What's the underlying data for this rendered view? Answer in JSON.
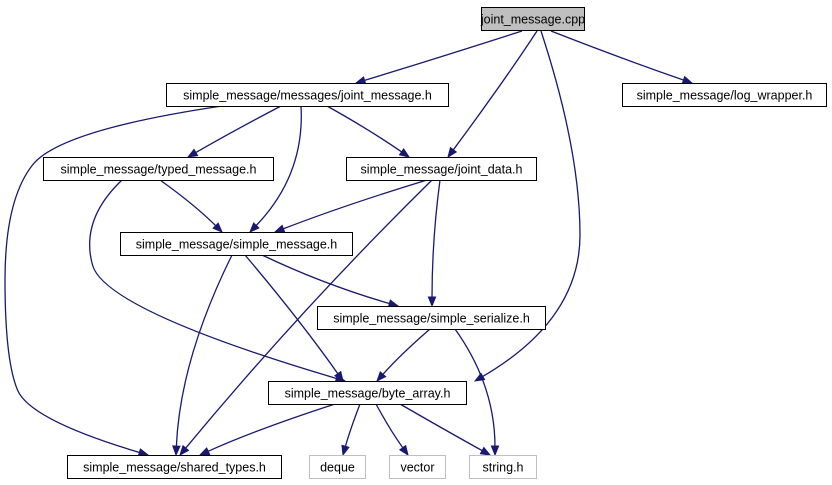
{
  "colors": {
    "edge": "#191970",
    "node_border": "#000000",
    "external_border": "#bfbfbf",
    "root_fill": "#bfbfbf",
    "node_fill": "#ffffff",
    "text": "#000000"
  },
  "nodes": [
    {
      "id": "root",
      "label": "joint_message.cpp",
      "kind": "root"
    },
    {
      "id": "msgs_joint_message",
      "label": "simple_message/messages/joint_message.h",
      "kind": "normal"
    },
    {
      "id": "log_wrapper",
      "label": "simple_message/log_wrapper.h",
      "kind": "normal"
    },
    {
      "id": "typed_message",
      "label": "simple_message/typed_message.h",
      "kind": "normal"
    },
    {
      "id": "joint_data",
      "label": "simple_message/joint_data.h",
      "kind": "normal"
    },
    {
      "id": "simple_message",
      "label": "simple_message/simple_message.h",
      "kind": "normal"
    },
    {
      "id": "simple_serialize",
      "label": "simple_message/simple_serialize.h",
      "kind": "normal"
    },
    {
      "id": "byte_array",
      "label": "simple_message/byte_array.h",
      "kind": "normal"
    },
    {
      "id": "shared_types",
      "label": "simple_message/shared_types.h",
      "kind": "normal"
    },
    {
      "id": "deque",
      "label": "deque",
      "kind": "external"
    },
    {
      "id": "vector",
      "label": "vector",
      "kind": "external"
    },
    {
      "id": "string_h",
      "label": "string.h",
      "kind": "external"
    }
  ],
  "edges": [
    {
      "from": "root",
      "to": "msgs_joint_message"
    },
    {
      "from": "root",
      "to": "joint_data"
    },
    {
      "from": "root",
      "to": "log_wrapper"
    },
    {
      "from": "root",
      "to": "byte_array"
    },
    {
      "from": "msgs_joint_message",
      "to": "typed_message"
    },
    {
      "from": "msgs_joint_message",
      "to": "joint_data"
    },
    {
      "from": "msgs_joint_message",
      "to": "simple_message"
    },
    {
      "from": "msgs_joint_message",
      "to": "shared_types"
    },
    {
      "from": "typed_message",
      "to": "simple_message"
    },
    {
      "from": "typed_message",
      "to": "byte_array"
    },
    {
      "from": "joint_data",
      "to": "simple_message"
    },
    {
      "from": "joint_data",
      "to": "simple_serialize"
    },
    {
      "from": "joint_data",
      "to": "shared_types"
    },
    {
      "from": "simple_message",
      "to": "simple_serialize"
    },
    {
      "from": "simple_message",
      "to": "byte_array"
    },
    {
      "from": "simple_message",
      "to": "shared_types"
    },
    {
      "from": "simple_serialize",
      "to": "byte_array"
    },
    {
      "from": "simple_serialize",
      "to": "string_h"
    },
    {
      "from": "byte_array",
      "to": "shared_types"
    },
    {
      "from": "byte_array",
      "to": "deque"
    },
    {
      "from": "byte_array",
      "to": "vector"
    },
    {
      "from": "byte_array",
      "to": "string_h"
    }
  ]
}
